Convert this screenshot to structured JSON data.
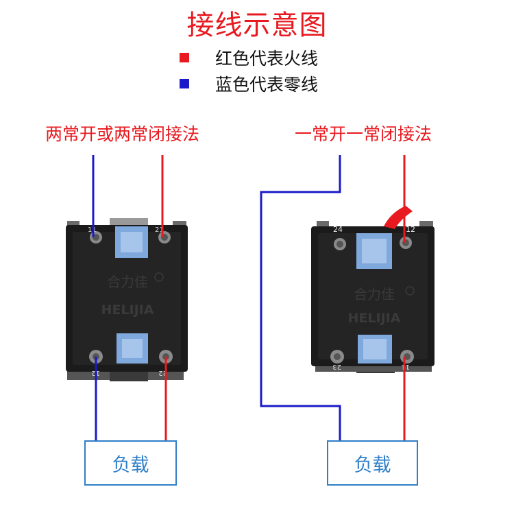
{
  "title": "接线示意图",
  "legend": [
    {
      "label": "红色代表火线",
      "color": "#e8191f"
    },
    {
      "label": "蓝色代表零线",
      "color": "#1a1ac8"
    }
  ],
  "left_diagram": {
    "caption": "两常开或两常闭接法",
    "brand_cn": "合力佳",
    "brand_en": "HELIJIA",
    "terminals": [
      "11",
      "21",
      "12",
      "22"
    ],
    "load_label": "负载"
  },
  "right_diagram": {
    "caption": "一常开一常闭接法",
    "brand_cn": "合力佳",
    "brand_en": "HELIJIA",
    "terminals": [
      "24",
      "12",
      "23",
      "11"
    ],
    "load_label": "负载"
  },
  "colors": {
    "live": "#e8191f",
    "neutral": "#1a1ac8",
    "load_border": "#2f7fc8"
  }
}
